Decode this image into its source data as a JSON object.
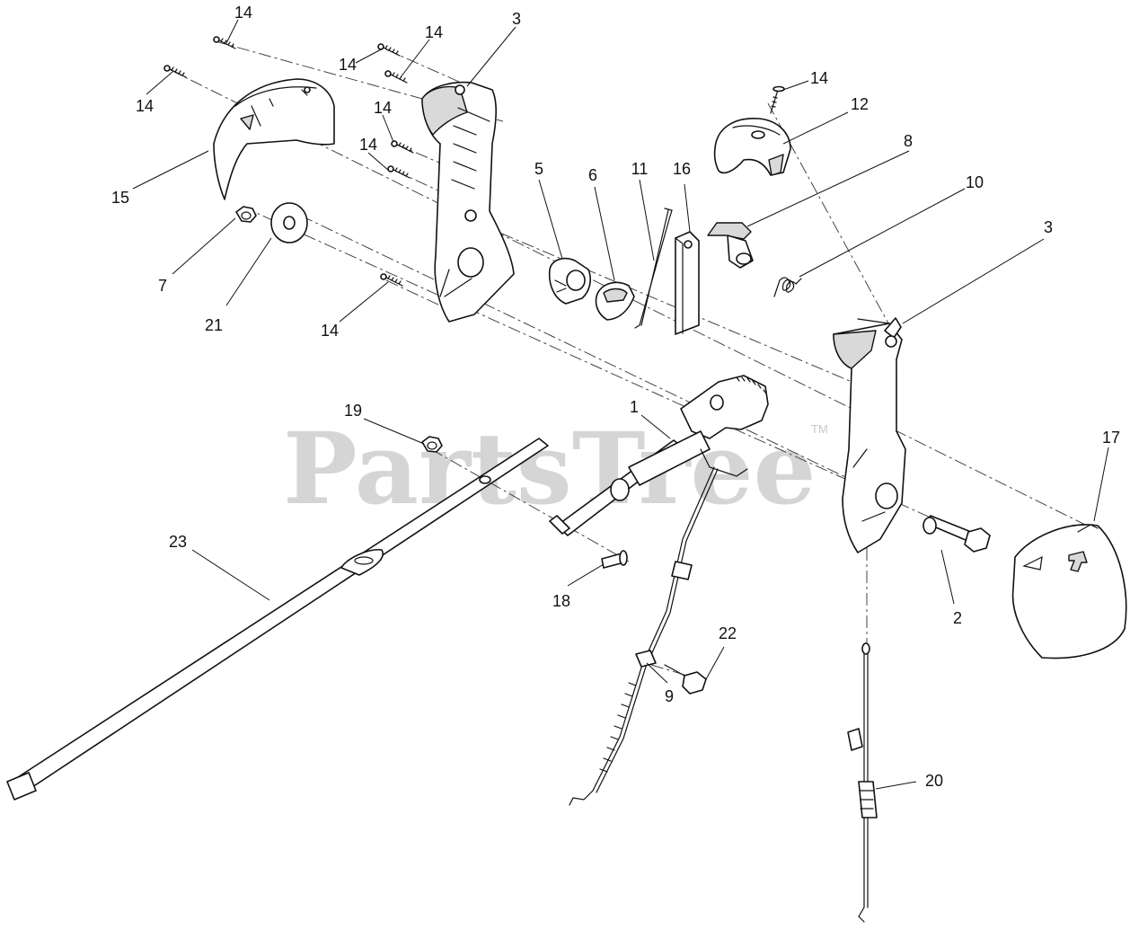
{
  "watermark": {
    "text": "PartsTree",
    "trademark": "TM"
  },
  "callouts": {
    "c1": "1",
    "c2": "2",
    "c3a": "3",
    "c3b": "3",
    "c5": "5",
    "c6": "6",
    "c7": "7",
    "c8": "8",
    "c9": "9",
    "c10": "10",
    "c11": "11",
    "c12": "12",
    "c14a": "14",
    "c14b": "14",
    "c14c": "14",
    "c14d": "14",
    "c14e": "14",
    "c14f": "14",
    "c14g": "14",
    "c15": "15",
    "c16": "16",
    "c17": "17",
    "c18": "18",
    "c19": "19",
    "c20": "20",
    "c21": "21",
    "c22": "22",
    "c23": "23"
  }
}
